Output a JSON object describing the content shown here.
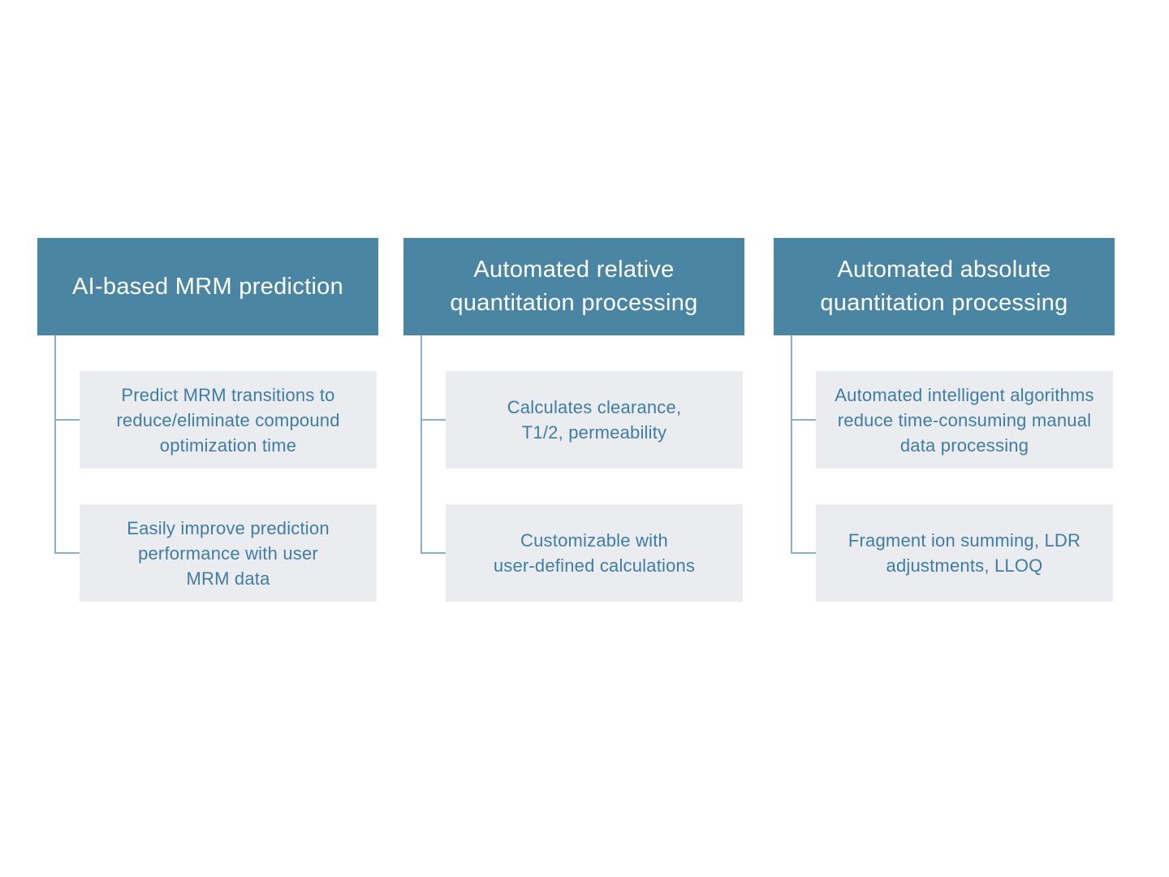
{
  "diagram": {
    "type": "feature-tree",
    "colors": {
      "header_background": "#4a85a4",
      "header_text": "#ffffff",
      "item_background": "#eaecf0",
      "item_text": "#3e7da6",
      "connector_line": "#8cb0c9",
      "page_background": "#ffffff"
    },
    "columns": [
      {
        "title": "AI-based MRM prediction",
        "items": [
          "Predict MRM transitions to\nreduce/eliminate compound\noptimization time",
          "Easily improve prediction\nperformance with user\nMRM data"
        ]
      },
      {
        "title": "Automated relative\nquantitation processing",
        "items": [
          "Calculates clearance,\nT1/2, permeability",
          "Customizable with\nuser-defined calculations"
        ]
      },
      {
        "title": "Automated absolute\nquantitation processing",
        "items": [
          "Automated intelligent algorithms\nreduce time-consuming manual\ndata processing",
          "Fragment ion summing, LDR\nadjustments, LLOQ"
        ]
      }
    ]
  }
}
